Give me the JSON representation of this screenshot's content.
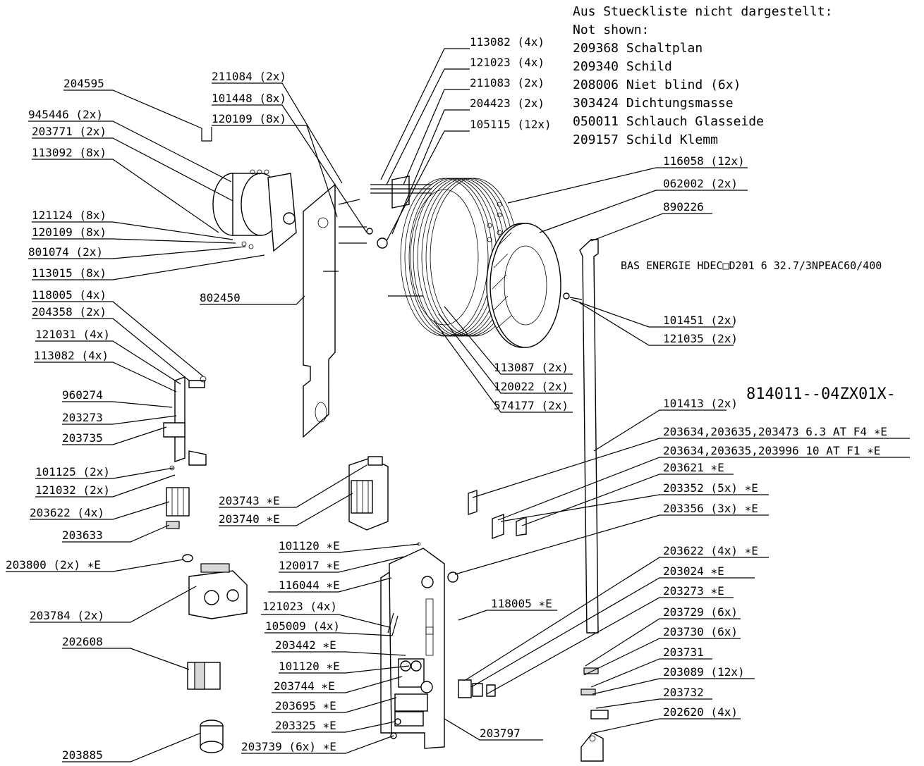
{
  "notes": {
    "heading_de": "Aus Stueckliste nicht dargestellt:",
    "heading_en": "Not shown:",
    "items": [
      "209368 Schaltplan",
      "209340 Schild",
      "208006 Niet blind (6x)",
      "303424 Dichtungsmasse",
      "050011 Schlauch Glasseide",
      "209157 Schild Klemm"
    ]
  },
  "model": "BAS ENERGIE HDEC□D201 6 32.7/3NPEAC60/400",
  "drawing_number": "814011--04ZX01X-",
  "labels": {
    "l204595": "204595",
    "l945446": "945446 (2x)",
    "l203771": "203771 (2x)",
    "l113092": "113092 (8x)",
    "l121124": "121124 (8x)",
    "l120109a": "120109 (8x)",
    "l801074": "801074 (2x)",
    "l113015": "113015 (8x)",
    "l118005a": "118005 (4x)",
    "l204358": "204358 (2x)",
    "l121031": "121031 (4x)",
    "l113082a": "113082 (4x)",
    "l960274": "960274",
    "l203273a": "203273",
    "l203735": "203735",
    "l101125": "101125 (2x)",
    "l121032": "121032 (2x)",
    "l203622a": "203622 (4x)",
    "l203633": "203633",
    "l203800": "203800 (2x) ∗E",
    "l203784": "203784 (2x)",
    "l202608": "202608",
    "l203885": "203885",
    "l211084": "211084 (2x)",
    "l101448": "101448 (8x)",
    "l120109b": "120109 (8x)",
    "l802450": "802450",
    "l113082b": "113082 (4x)",
    "l121023a": "121023 (4x)",
    "l211083": "211083 (2x)",
    "l204423": "204423 (2x)",
    "l105115": "105115 (12x)",
    "l116058": "116058 (12x)",
    "l062002": "062002 (2x)",
    "l890226": "890226",
    "l101451": "101451 (2x)",
    "l121035": "121035 (2x)",
    "l113087": "113087 (2x)",
    "l120022": "120022 (2x)",
    "l574177": "574177 (2x)",
    "l101413": "101413 (2x)",
    "l203634a": "203634,203635,203473 6.3 AT F4 ∗E",
    "l203634b": "203634,203635,203996 10 AT F1 ∗E",
    "l203621": "203621 ∗E",
    "l203352": "203352 (5x) ∗E",
    "l203356": "203356 (3x) ∗E",
    "l203743": "203743 ∗E",
    "l203740": "203740 ∗E",
    "l101120a": "101120 ∗E",
    "l120017": "120017 ∗E",
    "l116044": "116044 ∗E",
    "l121023b": "121023 (4x)",
    "l105009": "105009 (4x)",
    "l203442": "203442 ∗E",
    "l101120b": "101120 ∗E",
    "l203744": "203744 ∗E",
    "l203695": "203695 ∗E",
    "l203325": "203325 ∗E",
    "l203739": "203739 (6x) ∗E",
    "l118005b": "118005 ∗E",
    "l203797": "203797",
    "l203622b": "203622 (4x) ∗E",
    "l203024": "203024 ∗E",
    "l203273b": "203273 ∗E",
    "l203729": "203729 (6x)",
    "l203730": "203730 (6x)",
    "l203731": "203731",
    "l203089": "203089 (12x)",
    "l203732": "203732",
    "l202620": "202620 (4x)"
  }
}
